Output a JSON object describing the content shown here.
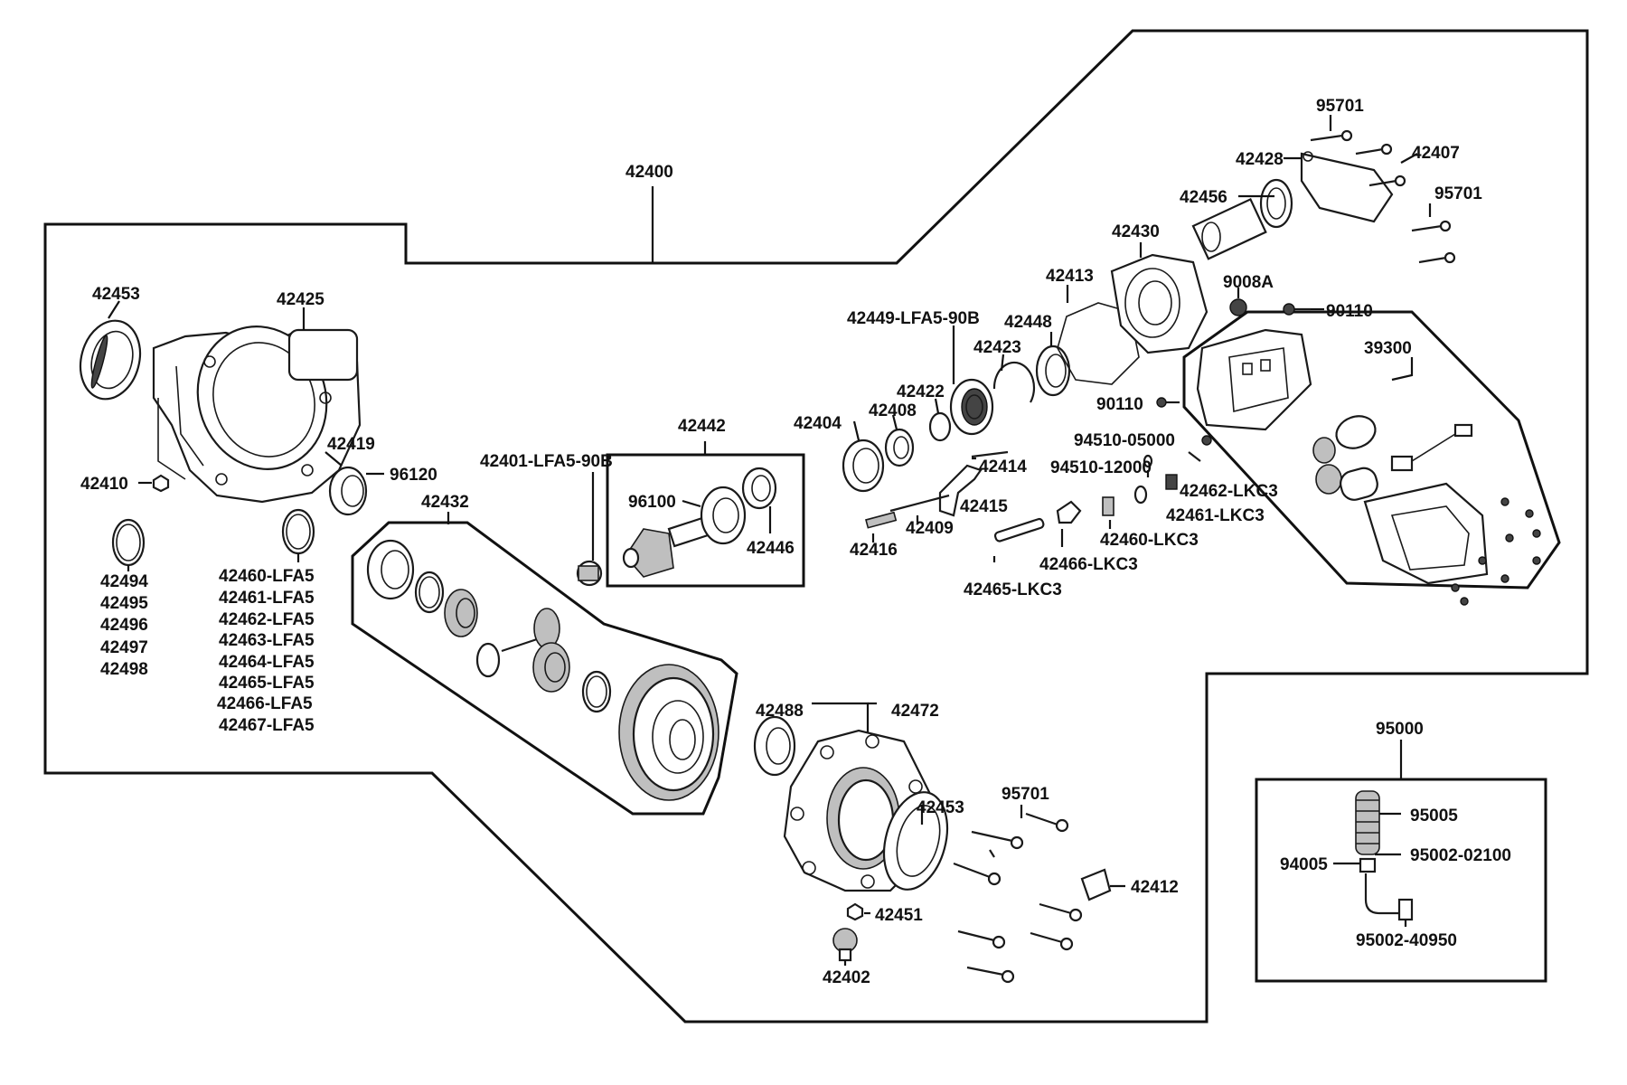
{
  "labels": {
    "l42400": "42400",
    "l42453a": "42453",
    "l42425": "42425",
    "l42419": "42419",
    "l96120": "96120",
    "l42410": "42410",
    "l42494": "42494",
    "l42495": "42495",
    "l42496": "42496",
    "l42497": "42497",
    "l42498": "42498",
    "l42460LFA5": "42460-LFA5",
    "l42461LFA5": "42461-LFA5",
    "l42462LFA5": "42462-LFA5",
    "l42463LFA5": "42463-LFA5",
    "l42464LFA5": "42464-LFA5",
    "l42465LFA5": "42465-LFA5",
    "l42466LFA5": "42466-LFA5",
    "l42467LFA5": "42467-LFA5",
    "l42432": "42432",
    "l42401": "42401-LFA5-90B",
    "l42442": "42442",
    "l96100": "96100",
    "l42446": "42446",
    "l42404": "42404",
    "l42408": "42408",
    "l42422": "42422",
    "l42449": "42449-LFA5-90B",
    "l42423": "42423",
    "l42448": "42448",
    "l42413": "42413",
    "l42430": "42430",
    "l42456": "42456",
    "l42428": "42428",
    "l95701a": "95701",
    "l42407": "42407",
    "l95701b": "95701",
    "l9008A": "9008A",
    "l90110a": "90110",
    "l39300": "39300",
    "l90110b": "90110",
    "l94510a": "94510-05000",
    "l94510b": "94510-12000",
    "l42414": "42414",
    "l42415": "42415",
    "l42409": "42409",
    "l42416": "42416",
    "l42462LKC3": "42462-LKC3",
    "l42461LKC3": "42461-LKC3",
    "l42460LKC3": "42460-LKC3",
    "l42466LKC3": "42466-LKC3",
    "l42465LKC3": "42465-LKC3",
    "l42488": "42488",
    "l42472": "42472",
    "l95701c": "95701",
    "l42453b": "42453",
    "l42412": "42412",
    "l42451": "42451",
    "l42402": "42402",
    "l95000": "95000",
    "l95005": "95005",
    "l94005": "94005",
    "l95002a": "95002-02100",
    "l95002b": "95002-40950"
  }
}
